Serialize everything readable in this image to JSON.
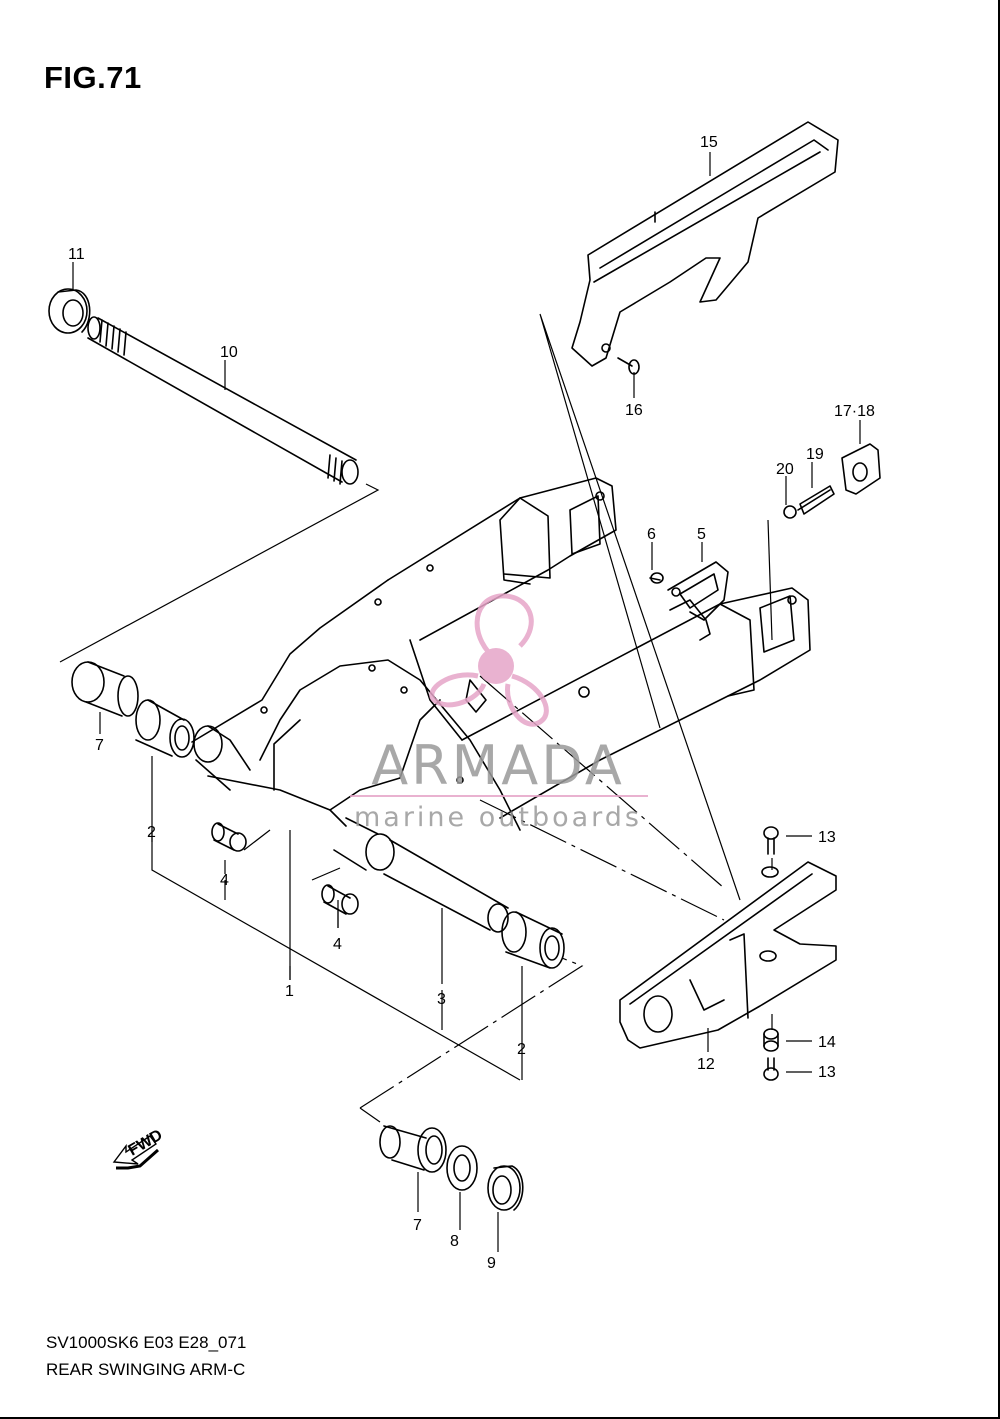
{
  "figure": {
    "label": "FIG.71"
  },
  "footer": {
    "model_code": "SV1000SK6 E03 E28_071",
    "title": "REAR SWINGING ARM-C"
  },
  "watermark": {
    "brand": "ARMADA",
    "tagline": "marine outboards",
    "color": "#e6a5c8"
  },
  "fwd_label": "FWD",
  "callouts": [
    "1",
    "2",
    "2",
    "3",
    "4",
    "4",
    "5",
    "6",
    "7",
    "7",
    "8",
    "9",
    "10",
    "11",
    "12",
    "13",
    "13",
    "14",
    "15",
    "16",
    "17·18",
    "19",
    "20"
  ]
}
